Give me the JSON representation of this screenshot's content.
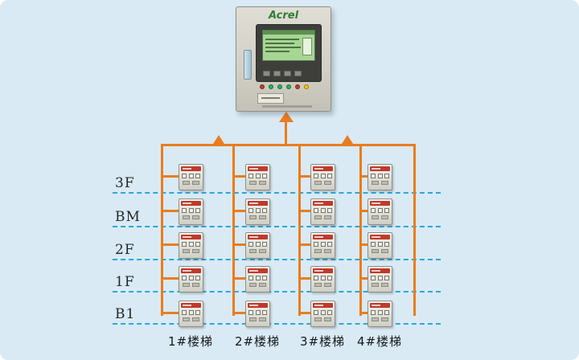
{
  "palette": {
    "background": "#d9eaf4",
    "wire_orange": "#ea7c1e",
    "floor_line_blue": "#2aa7dc",
    "device_red": "#c0392b",
    "brand_green": "#2f7d33",
    "lcd_green": "#a7d694"
  },
  "cabinet": {
    "brand": "Acrel",
    "indicator_colors": [
      "#c0392b",
      "#27ae60",
      "#27ae60",
      "#27ae60",
      "#c0392b",
      "#f1c40f"
    ]
  },
  "floors": [
    {
      "label": "3F"
    },
    {
      "label": "BM"
    },
    {
      "label": "2F"
    },
    {
      "label": "1F"
    },
    {
      "label": "B1"
    }
  ],
  "columns": [
    {
      "label": "1#楼梯"
    },
    {
      "label": "2#楼梯"
    },
    {
      "label": "3#楼梯"
    },
    {
      "label": "4#楼梯"
    }
  ]
}
